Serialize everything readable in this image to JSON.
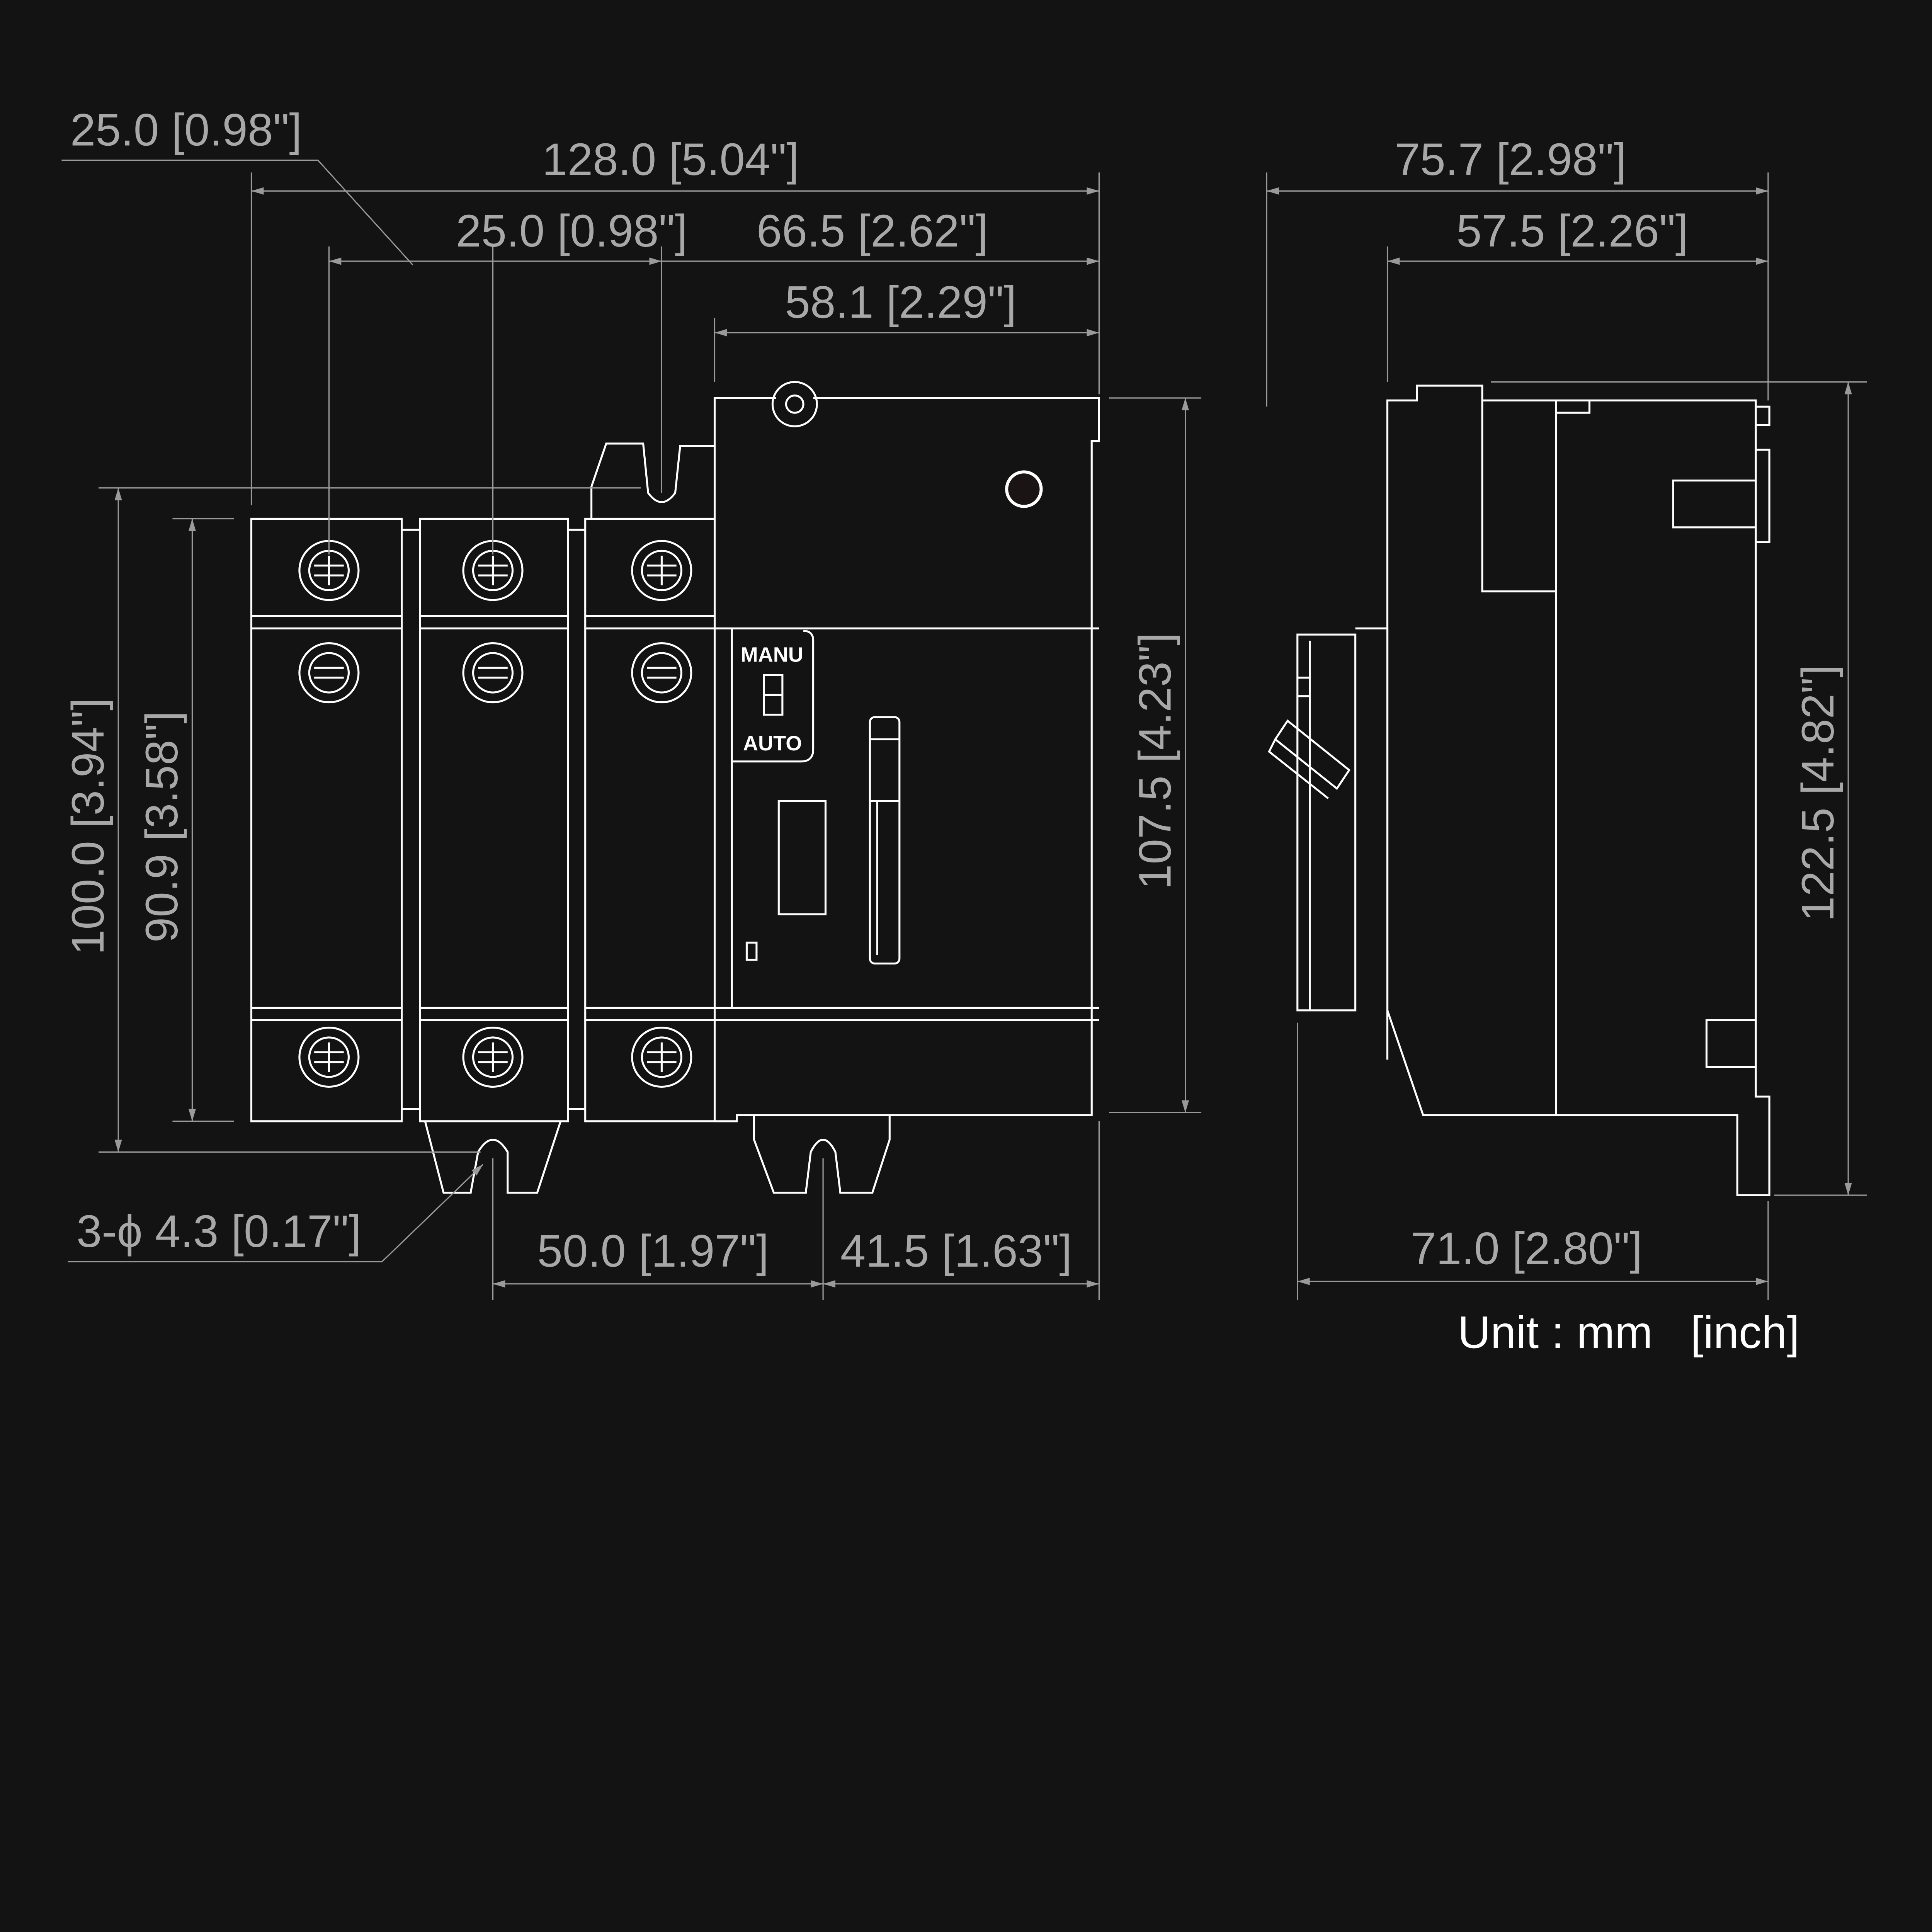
{
  "front_view": {
    "dims": {
      "width_total": "128.0 [5.04\"]",
      "pole_pitch_label": "25.0 [0.98\"]",
      "pole_pitch": "25.0 [0.98\"]",
      "terminal_to_right": "66.5 [2.62\"]",
      "controller_width": "58.1 [2.29\"]",
      "height_total": "100.0 [3.94\"]",
      "terminal_height": "90.9 [3.58\"]",
      "controller_height": "107.5 [4.23\"]",
      "mount_pitch": "50.0 [1.97\"]",
      "mount_to_right": "41.5 [1.63\"]",
      "mount_holes": "3-ϕ 4.3 [0.17\"]"
    },
    "switch_labels": {
      "manual": "MANU",
      "auto": "AUTO"
    }
  },
  "side_view": {
    "dims": {
      "depth_total": "75.7 [2.98\"]",
      "depth_upper": "57.5 [2.26\"]",
      "height_total": "122.5 [4.82\"]",
      "depth_base": "71.0 [2.80\"]"
    }
  },
  "unit_note": "Unit : mm   [inch]"
}
